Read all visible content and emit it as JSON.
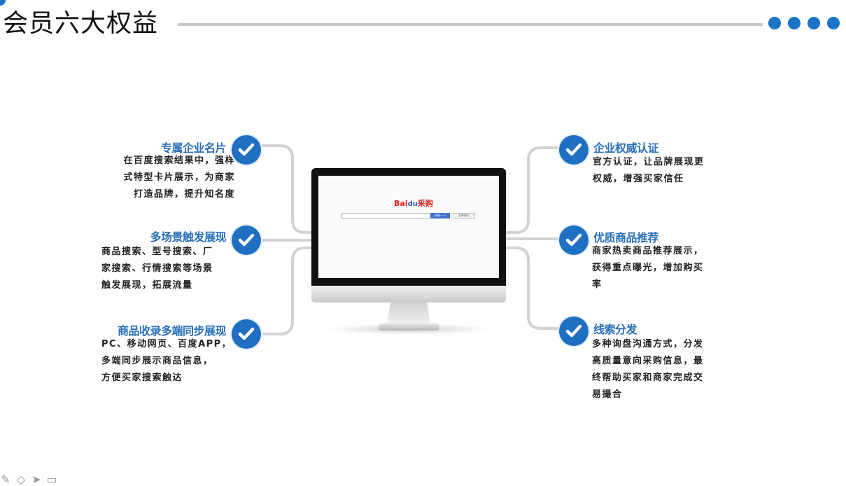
{
  "header": {
    "title": "会员六大权益"
  },
  "features_left": [
    {
      "title": "专属企业名片",
      "desc": [
        "在百度搜索结果中，强样",
        "式特型卡片展示，为商家",
        "打造品牌，提升知名度"
      ]
    },
    {
      "title": "多场景触发展现",
      "desc": [
        "商品搜索、型号搜索、厂",
        "家搜索、行情搜索等场景",
        "触发展现，拓展流量"
      ]
    },
    {
      "title": "商品收录多端同步展现",
      "desc": [
        "PC、移动网页、百度APP，",
        "多端同步展示商品信息，",
        "方便买家搜索触达"
      ]
    }
  ],
  "features_right": [
    {
      "title": "企业权威认证",
      "desc": [
        "官方认证，让品牌展现更",
        "权威，增强买家信任"
      ]
    },
    {
      "title": "优质商品推荐",
      "desc": [
        "商家热卖商品推荐展示，",
        "获得重点曝光，增加购买",
        "率"
      ]
    },
    {
      "title": "线索分发",
      "desc": [
        "多种询盘沟通方式，分发",
        "高质量意向采购信息，最",
        "终帮助买家和商家完成交",
        "易撮合"
      ]
    }
  ],
  "monitor": {
    "logo_text": "Bai",
    "logo_mark": "du",
    "logo_suffix": "采购",
    "search_button": "采购一下",
    "secondary_button": "发布询价"
  },
  "icons": {
    "check": "check-icon",
    "corner": "corner-accent"
  },
  "colors": {
    "accent": "#1f6fc2",
    "title_blue": "#2a6fb8",
    "rule": "#c8c8c8"
  }
}
